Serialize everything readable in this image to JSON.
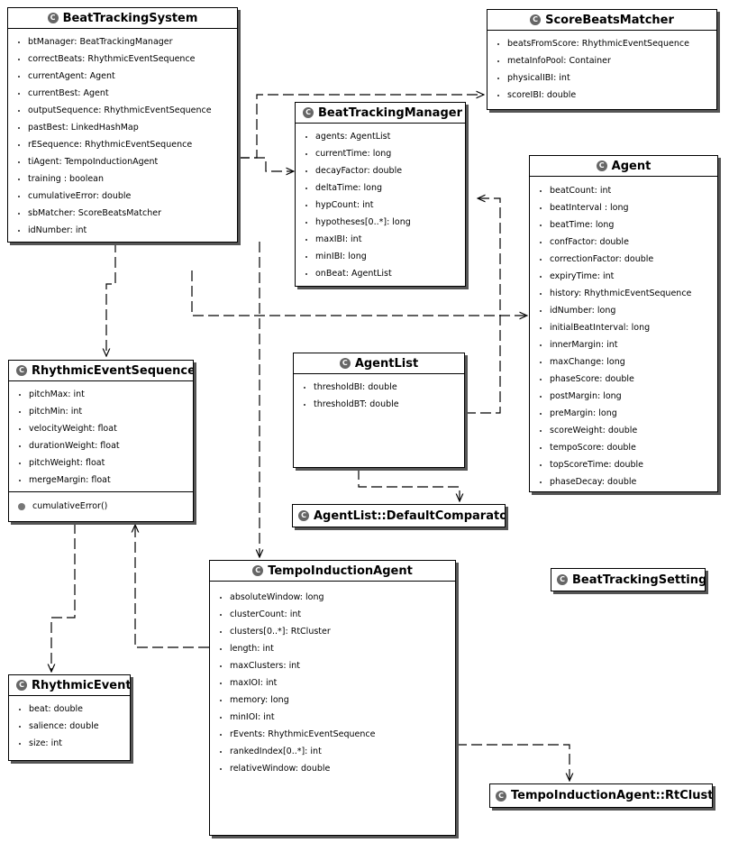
{
  "diagram": {
    "classes": [
      {
        "id": "BeatTrackingSystem",
        "name": "BeatTrackingSystem",
        "attributes": [
          "btManager: BeatTrackingManager",
          "correctBeats: RhythmicEventSequence",
          "currentAgent: Agent",
          "currentBest: Agent",
          "outputSequence: RhythmicEventSequence",
          "pastBest: LinkedHashMap",
          "rESequence: RhythmicEventSequence",
          "tiAgent: TempoInductionAgent",
          "training : boolean",
          "cumulativeError: double",
          "sbMatcher: ScoreBeatsMatcher",
          "idNumber: int"
        ]
      },
      {
        "id": "ScoreBeatsMatcher",
        "name": "ScoreBeatsMatcher",
        "attributes": [
          "beatsFromScore: RhythmicEventSequence",
          "metaInfoPool: Container",
          "physicalIBI: int",
          "scoreIBI: double"
        ]
      },
      {
        "id": "BeatTrackingManager",
        "name": "BeatTrackingManager",
        "attributes": [
          "agents: AgentList",
          "currentTime: long",
          "decayFactor: double",
          "deltaTime: long",
          "hypCount: int",
          "hypotheses[0..*]: long",
          "maxIBI: int",
          "minIBI: long",
          "onBeat: AgentList"
        ]
      },
      {
        "id": "Agent",
        "name": "Agent",
        "attributes": [
          "beatCount: int",
          "beatInterval : long",
          "beatTime: long",
          "confFactor: double",
          "correctionFactor: double",
          "expiryTime: int",
          "history: RhythmicEventSequence",
          "idNumber: long",
          "initialBeatInterval: long",
          "innerMargin: int",
          "maxChange: long",
          "phaseScore: double",
          "postMargin: long",
          "preMargin: long",
          "scoreWeight: double",
          "tempoScore: double",
          "topScoreTime: double",
          "phaseDecay: double"
        ]
      },
      {
        "id": "RhythmicEventSequence",
        "name": "RhythmicEventSequence",
        "attributes": [
          "pitchMax: int",
          "pitchMin: int",
          "velocityWeight: float",
          "durationWeight: float",
          "pitchWeight: float",
          "mergeMargin: float"
        ],
        "operations": [
          "cumulativeError()"
        ]
      },
      {
        "id": "AgentList",
        "name": "AgentList",
        "attributes": [
          "thresholdBI: double",
          "thresholdBT: double"
        ]
      },
      {
        "id": "DefaultComparator",
        "name": "AgentList::DefaultComparato",
        "attributes": []
      },
      {
        "id": "BeatTrackingSettings",
        "name": "BeatTrackingSettings",
        "attributes": []
      },
      {
        "id": "TempoInductionAgent",
        "name": "TempoInductionAgent",
        "attributes": [
          "absoluteWindow: long",
          "clusterCount: int",
          "clusters[0..*]: RtCluster",
          "length: int",
          "maxClusters: int",
          "maxIOI: int",
          "memory: long",
          "minIOI: int",
          "rEvents: RhythmicEventSequence",
          "rankedIndex[0..*]: int",
          "relativeWindow: double"
        ]
      },
      {
        "id": "RhythmicEvent",
        "name": "RhythmicEvent",
        "attributes": [
          "beat: double",
          "salience: double",
          "size: int"
        ]
      },
      {
        "id": "RtCluster",
        "name": "TempoInductionAgent::RtClust",
        "attributes": []
      }
    ],
    "class_icon_letter": "C",
    "colors": {
      "border": "#000000",
      "shadow": "#555555",
      "icon": "#666666"
    }
  }
}
